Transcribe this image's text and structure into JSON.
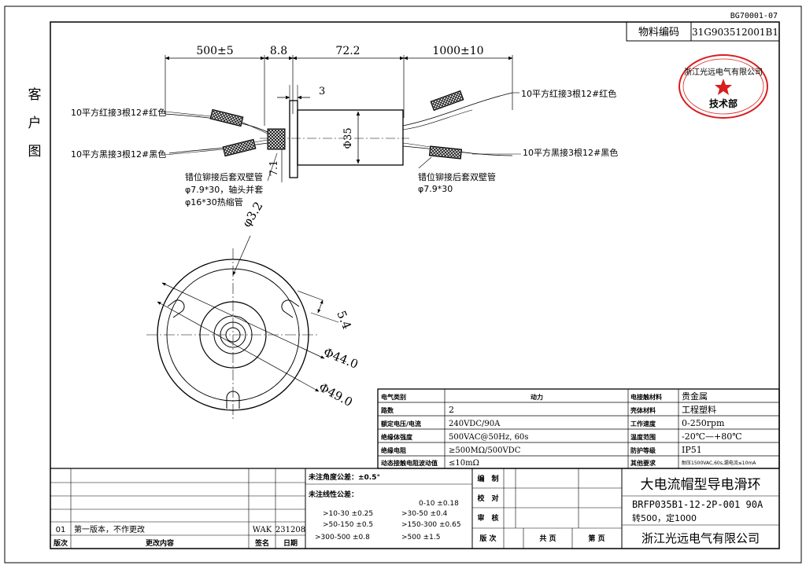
{
  "drawing_number": "BG70001-07",
  "material_code_label": "物料编码",
  "material_code": "31G903512001B1",
  "customer_label": [
    "客",
    "户",
    "图"
  ],
  "stamp": {
    "top_text": "浙江光远电气有限公司",
    "bottom_text": "技术部",
    "color": "#d81e1e"
  },
  "side_dims": [
    "500±5",
    "8.8",
    "72.2",
    "1000±10",
    "3",
    "Φ35",
    "7.1"
  ],
  "wire_labels": {
    "left_red": "10平方红接3根12#红色",
    "left_black": "10平方黑接3根12#黑色",
    "right_red": "10平方红接3根12#红色",
    "right_black": "10平方黑接3根12#黑色"
  },
  "sleeve_notes": {
    "left": [
      "错位铆接后套双壁管",
      "φ7.9*30，轴头并套",
      "φ16*30热缩管"
    ],
    "right": [
      "错位铆接后套双壁管",
      "φ7.9*30"
    ]
  },
  "front_dims": [
    "φ3.2",
    "5.4",
    "Φ44.0",
    "Φ49.0"
  ],
  "specs": [
    [
      "电气类别",
      "动力",
      "电接触材料",
      "贵金属"
    ],
    [
      "路数",
      "2",
      "壳体材料",
      "工程塑料"
    ],
    [
      "额定电压/电流",
      "240VDC/90A",
      "工作速度",
      "0-250rpm"
    ],
    [
      "绝缘体强度",
      "500VAC@50Hz, 60s",
      "温度范围",
      "-20℃—+80℃"
    ],
    [
      "绝缘电阻",
      "≥500MΩ/500VDC",
      "防护等级",
      "IP51"
    ],
    [
      "动态接触电阻波动值",
      "≤10mΩ",
      "其他要求",
      "耐压1500VAC,60s,漏电流≤10mA"
    ]
  ],
  "revision": {
    "row": {
      "no": "01",
      "content": "第一版本，不作更改",
      "signer": "WAK",
      "date": "231208"
    },
    "header": {
      "no": "版次",
      "content": "更改内容",
      "signer": "签名",
      "date": "日期"
    }
  },
  "tolerance": {
    "angle": "未注角度公差：±0.5°",
    "linear_title": "未注线性公差：",
    "items": [
      "0-10 ±0.18",
      ">10-30 ±0.25",
      ">30-50 ±0.4",
      ">50-150 ±0.5",
      ">150-300 ±0.65",
      ">300-500 ±0.8",
      ">500 ±1.5"
    ]
  },
  "approvals": {
    "draw": "编　制",
    "check": "校　对",
    "audit": "审　核",
    "version": "版 次",
    "pages": "共 页",
    "page": "第 页"
  },
  "title_block": {
    "title": "大电流帽型导电滑环",
    "model": "BRFP035B1-12-2P-001 90A",
    "lengths": "转500，定1000",
    "company": "浙江光远电气有限公司"
  }
}
